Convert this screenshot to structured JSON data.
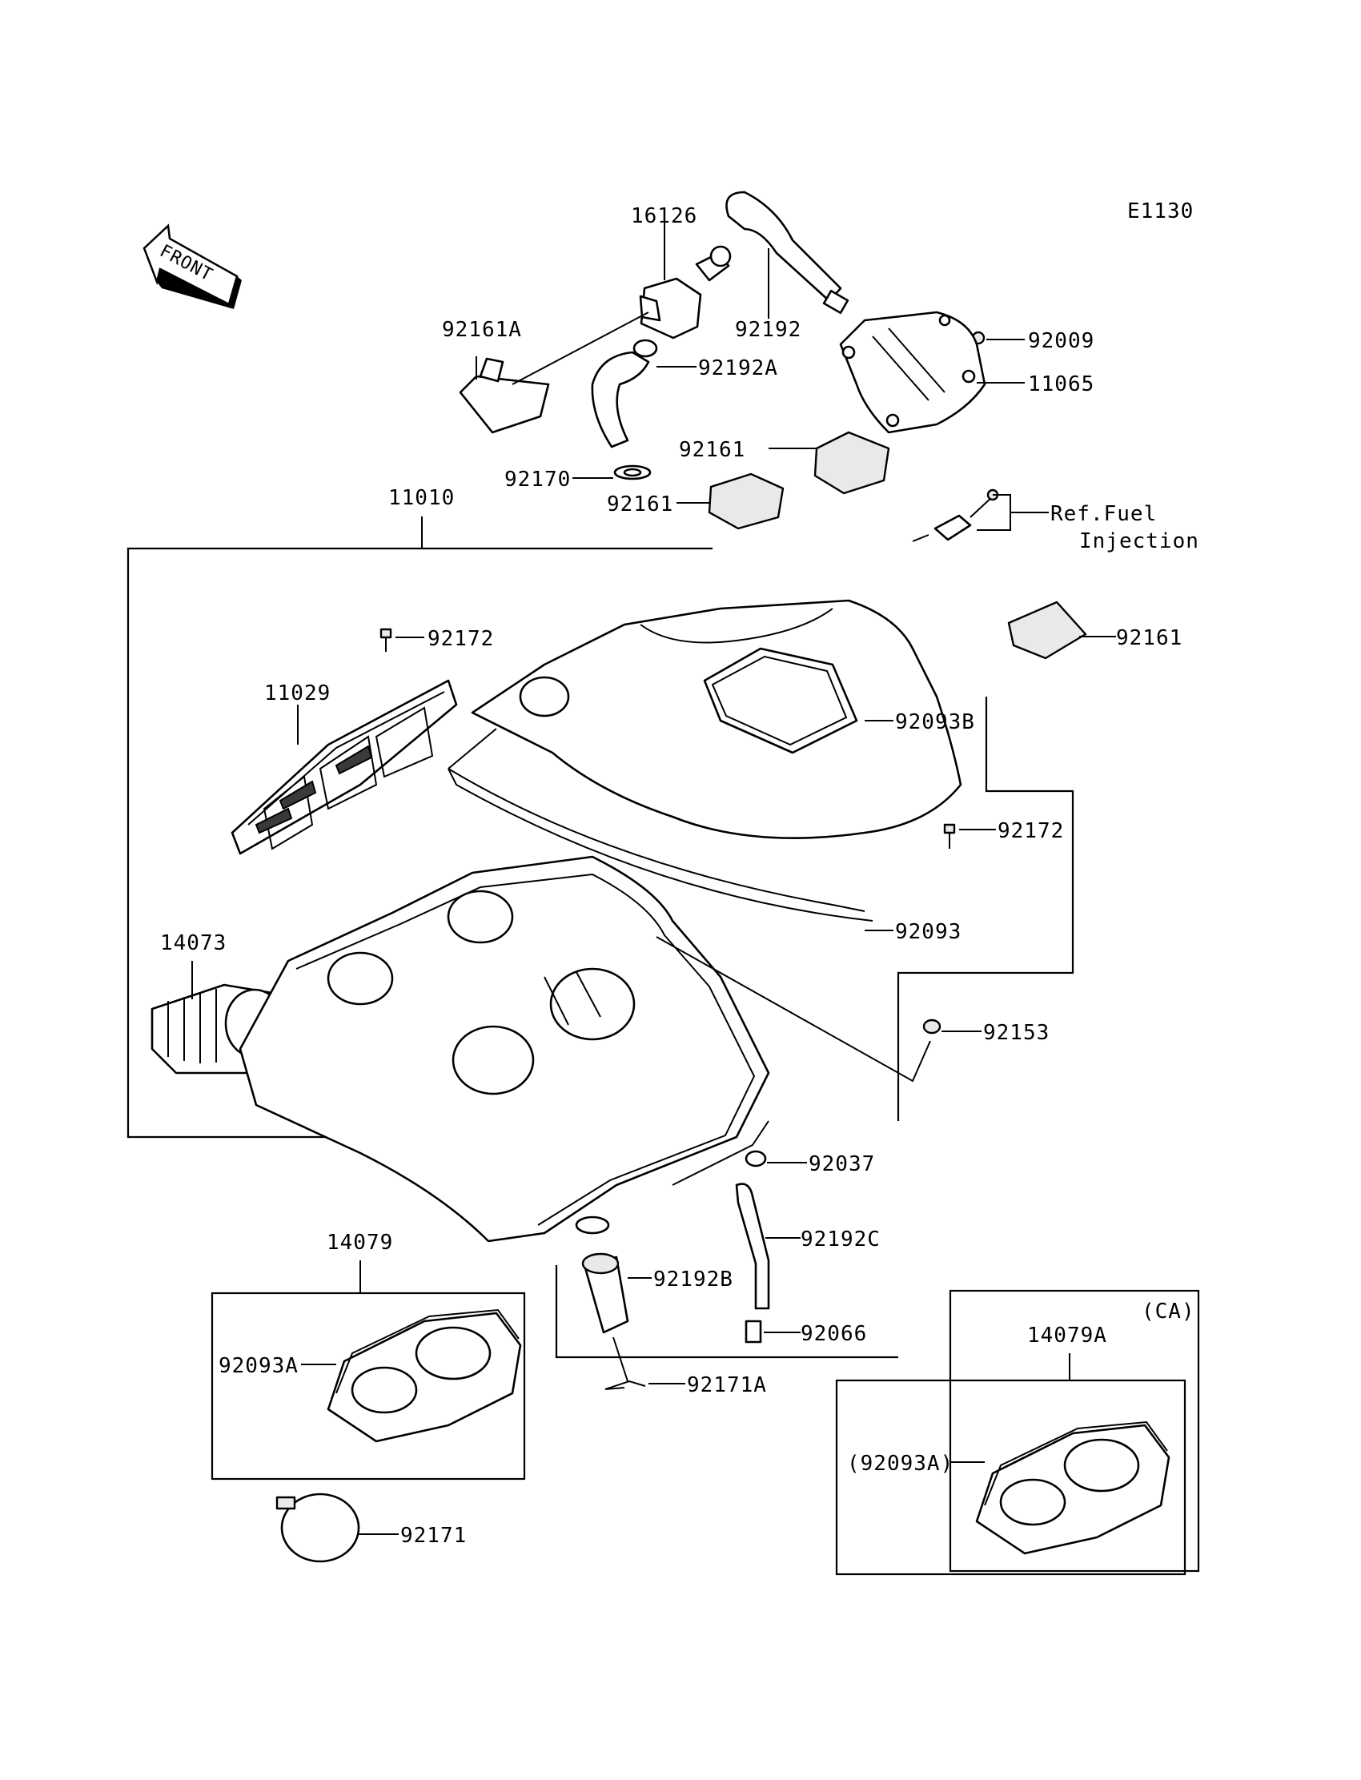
{
  "diagram_code": "E1130",
  "front_arrow": "FRONT",
  "labels": {
    "p16126": "16126",
    "p92161A": "92161A",
    "p92192": "92192",
    "p92009": "92009",
    "p92192A": "92192A",
    "p11065": "11065",
    "p92161_a": "92161",
    "p92170": "92170",
    "p92161_b": "92161",
    "p11010": "11010",
    "ref_fuel_1": "Ref.Fuel",
    "ref_fuel_2": "Injection",
    "p92161_c": "92161",
    "p92172_a": "92172",
    "p11029": "11029",
    "p92093B": "92093B",
    "p92172_b": "92172",
    "p14073": "14073",
    "p92093": "92093",
    "p92153": "92153",
    "p92037": "92037",
    "p14079": "14079",
    "p92192C": "92192C",
    "p92192B": "92192B",
    "p92093A": "92093A",
    "p92066": "92066",
    "p92171A": "92171A",
    "p92171": "92171",
    "ca_tag": "(CA)",
    "p14079A": "14079A",
    "p92093A_ca": "(92093A)"
  }
}
